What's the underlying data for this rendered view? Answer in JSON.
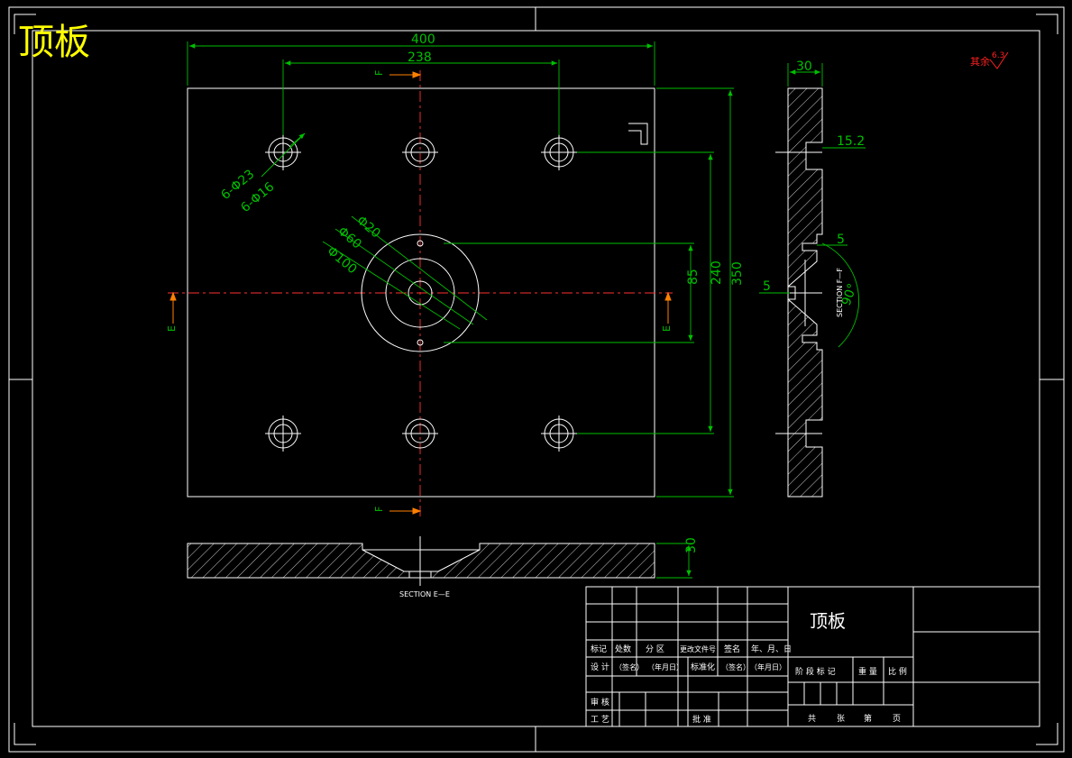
{
  "drawing": {
    "title": "顶板",
    "corner_title": "顶板",
    "roughness_note": "其余",
    "roughness_value": "6.3"
  },
  "dimensions": {
    "plate_width": "400",
    "hole_spacing": "238",
    "side_thickness": "30",
    "counterbore_depth": "15.2",
    "holes_large": "6-Φ23",
    "holes_small": "6-Φ16",
    "dia_20": "Φ20",
    "dia_60": "Φ60",
    "dia_100": "Φ100",
    "dim_85": "85",
    "dim_240": "240",
    "dim_350": "350",
    "step_5a": "5",
    "step_5b": "5",
    "angle": "90°",
    "bottom_thickness": "30"
  },
  "sections": {
    "f_label_top": "F",
    "f_label_bottom": "F",
    "e_label_left": "E",
    "e_label_right": "E",
    "section_ff": "SECTION F—F",
    "section_ee": "SECTION E—E"
  },
  "title_block": {
    "row_labels": {
      "mark": "标记",
      "count": "处数",
      "zone": "分 区",
      "change_doc": "更改文件号",
      "sign": "签名",
      "date": "年、月、日",
      "design": "设 计",
      "design_sign": "（签名）",
      "design_date": "（年月日）",
      "standard": "标准化",
      "standard_sign": "（签名）",
      "standard_date": "（年月日）",
      "review": "审 核",
      "craft": "工 艺",
      "approve": "批 准"
    },
    "stage_headers": {
      "stage_mark": "阶 段 标 记",
      "weight": "重 量",
      "scale": "比 例"
    },
    "footer": {
      "total": "共",
      "sheets": "张",
      "page": "第",
      "pages": "页"
    }
  }
}
